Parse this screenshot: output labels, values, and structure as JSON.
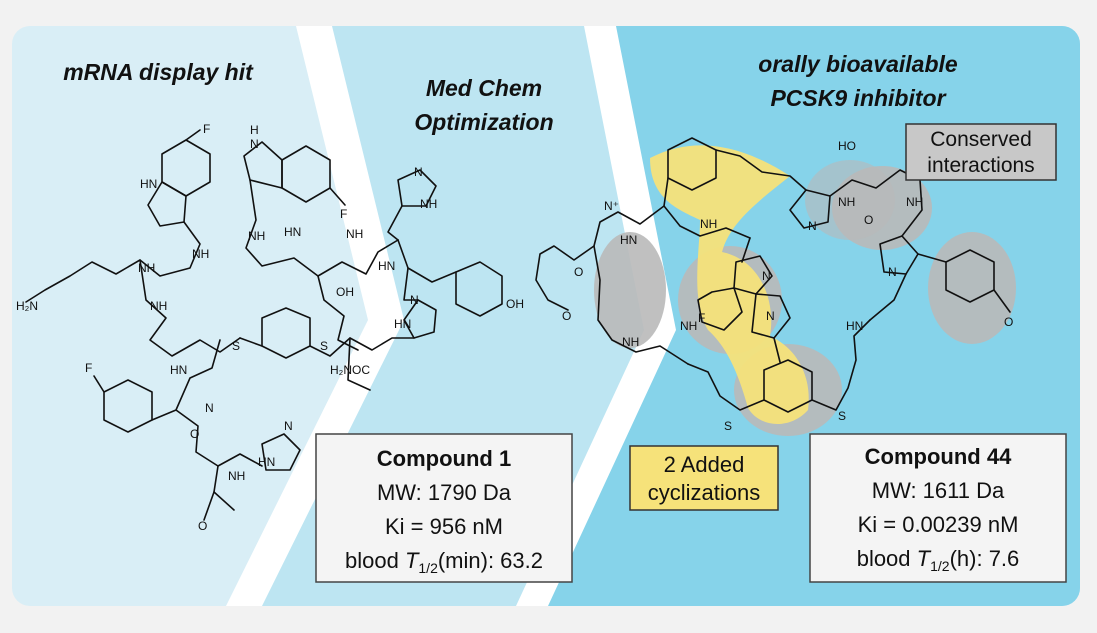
{
  "panels": {
    "left_heading": "mRNA display hit",
    "middle_heading_line1": "Med Chem",
    "middle_heading_line2": "Optimization",
    "right_heading_line1": "orally bioavailable",
    "right_heading_line2": "PCSK9 inhibitor"
  },
  "compound1": {
    "title": "Compound 1",
    "mw": "MW: 1790 Da",
    "ki": "Ki = 956 nM",
    "half_life_prefix": "blood ",
    "half_life_T": "T",
    "half_life_sub": "1/2",
    "half_life_suffix": "(min): 63.2"
  },
  "compound44": {
    "title": "Compound 44",
    "mw": "MW: 1611 Da",
    "ki": "Ki = 0.00239 nM",
    "half_life_prefix": "blood ",
    "half_life_T": "T",
    "half_life_sub": "1/2",
    "half_life_suffix": "(h): 7.6"
  },
  "callouts": {
    "conserved_line1": "Conserved",
    "conserved_line2": "interactions",
    "added_line1": "2 Added",
    "added_line2": "cyclizations"
  },
  "atoms": {
    "F": "F",
    "HN": "HN",
    "H": "H",
    "N": "N",
    "NH": "NH",
    "O": "O",
    "OH": "OH",
    "H2N": "H₂N",
    "H2NOC": "H₂NOC",
    "S": "S",
    "HO": "HO",
    "Nplus": "N⁺"
  },
  "colors": {
    "panel_left": "#d9eef6",
    "panel_middle": "#bde5f2",
    "panel_right": "#86d3ea",
    "highlight_yellow": "#f6e27a",
    "highlight_gray": "#b9b9b9",
    "box_gray": "#c8c8c8"
  }
}
